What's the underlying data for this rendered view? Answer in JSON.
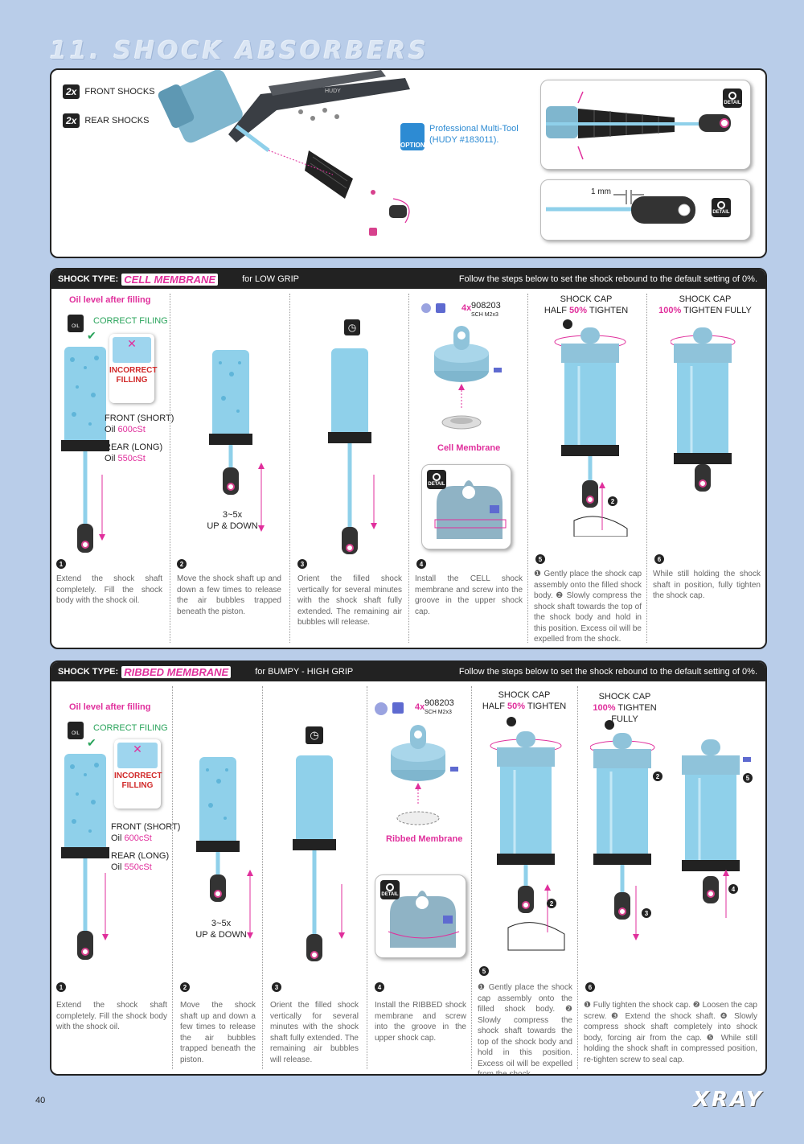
{
  "page_title": "11. SHOCK ABSORBERS",
  "top": {
    "front_qty": "2x",
    "front_label": "FRONT SHOCKS",
    "rear_qty": "2x",
    "rear_label": "REAR SHOCKS",
    "tool_brand": "HUDY",
    "option_badge": "OPTION",
    "option_line1": "Professional Multi-Tool",
    "option_line2": "(HUDY #183011).",
    "detail_label": "DETAIL",
    "measure_label": "1 mm"
  },
  "cell": {
    "type_label": "SHOCK TYPE:",
    "type_name": "CELL MEMBRANE",
    "type_desc": "for LOW GRIP",
    "follow": "Follow the steps below to set the shock rebound to the default setting of 0%.",
    "oil_level": "Oil level after filling",
    "correct": "CORRECT FILING",
    "oil_tag": "OIL",
    "incorrect_1": "INCORRECT",
    "incorrect_2": "FILLING",
    "front_label": "FRONT (SHORT)",
    "front_oil": "Oil",
    "front_oil_val": "600cSt",
    "rear_label": "REAR (LONG)",
    "rear_oil": "Oil",
    "rear_oil_val": "550cSt",
    "updown_1": "3~5x",
    "updown_2": "UP & DOWN",
    "qty4x": "4x",
    "part_no": "908203",
    "part_desc": "SCH M2x3",
    "membrane_label": "Cell Membrane",
    "cap_half_1": "SHOCK CAP",
    "cap_half_2a": "HALF",
    "cap_half_2b": "50%",
    "cap_half_2c": "TIGHTEN",
    "cap_full_1": "SHOCK CAP",
    "cap_full_2a": "100%",
    "cap_full_2b": "TIGHTEN FULLY",
    "n1": "1",
    "n2": "2",
    "n3": "3",
    "n4": "4",
    "n5": "5",
    "n6": "6",
    "step1": "Extend the shock shaft completely. Fill the shock body with the shock oil.",
    "step2": "Move the shock shaft up and down a few times to release the air bubbles trapped beneath the piston.",
    "step3": "Orient the filled shock vertically for several minutes with the shock shaft fully extended. The remaining air bubbles will release.",
    "step4": "Install the CELL shock membrane and screw into the groove in the upper shock cap.",
    "step5": "❶ Gently place the shock cap assembly onto the filled shock body. ❷ Slowly compress the shock shaft towards the top of the shock body and hold in this position. Excess oil will be expelled from the shock.",
    "step6": "While still holding the shock shaft in position, fully tighten the shock cap."
  },
  "ribbed": {
    "type_label": "SHOCK TYPE:",
    "type_name": "RIBBED MEMBRANE",
    "type_desc": "for BUMPY - HIGH GRIP",
    "follow": "Follow the steps below to set the shock rebound to the default setting of 0%.",
    "oil_level": "Oil level after filling",
    "correct": "CORRECT FILING",
    "oil_tag": "OIL",
    "incorrect_1": "INCORRECT",
    "incorrect_2": "FILLING",
    "front_label": "FRONT (SHORT)",
    "front_oil": "Oil",
    "front_oil_val": "600cSt",
    "rear_label": "REAR (LONG)",
    "rear_oil": "Oil",
    "rear_oil_val": "550cSt",
    "updown_1": "3~5x",
    "updown_2": "UP & DOWN",
    "qty4x": "4x",
    "part_no": "908203",
    "part_desc": "SCH M2x3",
    "membrane_label": "Ribbed Membrane",
    "cap_half_1": "SHOCK CAP",
    "cap_half_2a": "HALF",
    "cap_half_2b": "50%",
    "cap_half_2c": "TIGHTEN",
    "cap_full_1": "SHOCK CAP",
    "cap_full_2a": "100%",
    "cap_full_2b": "TIGHTEN FULLY",
    "n1": "1",
    "n2": "2",
    "n3": "3",
    "n4": "4",
    "n5": "5",
    "n6": "6",
    "step1": "Extend the shock shaft completely. Fill the shock body with the shock oil.",
    "step2": "Move the shock shaft up and down a few times to release the air bubbles trapped beneath the piston.",
    "step3": "Orient the filled shock vertically for several minutes with the shock shaft fully extended. The remaining air bubbles will release.",
    "step4": "Install the RIBBED shock membrane and screw into the groove in the upper shock cap.",
    "step5": "❶ Gently place the shock cap assembly onto the filled shock body. ❷ Slowly compress the shock shaft towards the top of the shock body and hold in this position. Excess oil will be expelled from the shock.",
    "step6": "❶ Fully tighten the shock cap. ❷ Loosen the cap screw. ❸ Extend the shock shaft. ❹ Slowly compress shock shaft completely into shock body, forcing air from the cap. ❺ While still holding the shock shaft in compressed position, re-tighten screw to seal cap."
  },
  "footer": {
    "page_number": "40",
    "brand": "XRAY"
  },
  "colors": {
    "accent_magenta": "#e02f9c",
    "shock_blue": "#8fd0ea",
    "page_bg": "#b9cde9",
    "green": "#28a35a"
  }
}
